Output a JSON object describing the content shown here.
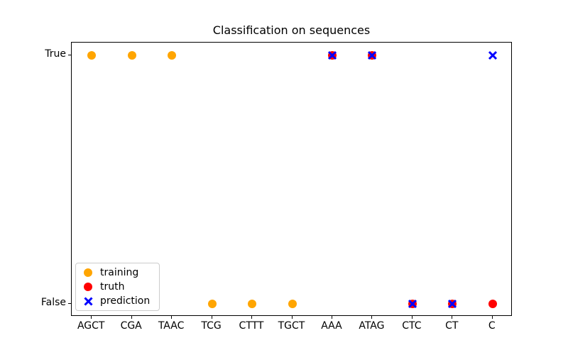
{
  "chart_data": {
    "type": "scatter",
    "title": "Classification on sequences",
    "xlabel": "",
    "ylabel": "",
    "categories": [
      "AGCT",
      "CGA",
      "TAAC",
      "TCG",
      "CTTT",
      "TGCT",
      "AAA",
      "ATAG",
      "CTC",
      "CT",
      "C"
    ],
    "ytick_labels": [
      "True",
      "False"
    ],
    "ylim": [
      -0.05,
      1.05
    ],
    "grid": false,
    "legend_position": "lower left",
    "series": [
      {
        "name": "training",
        "marker": "circle",
        "color": "#FFA500",
        "values": [
          1,
          1,
          1,
          0,
          0,
          0,
          null,
          null,
          null,
          null,
          null
        ]
      },
      {
        "name": "truth",
        "marker": "circle",
        "color": "#FF0000",
        "values": [
          null,
          null,
          null,
          null,
          null,
          null,
          1,
          1,
          0,
          0,
          0
        ]
      },
      {
        "name": "prediction",
        "marker": "x",
        "color": "#0000FF",
        "values": [
          null,
          null,
          null,
          null,
          null,
          null,
          1,
          1,
          0,
          0,
          1
        ]
      }
    ],
    "legend": [
      {
        "label": "training",
        "marker": "circle",
        "color": "#FFA500"
      },
      {
        "label": "truth",
        "marker": "circle",
        "color": "#FF0000"
      },
      {
        "label": "prediction",
        "marker": "x",
        "color": "#0000FF"
      }
    ]
  }
}
